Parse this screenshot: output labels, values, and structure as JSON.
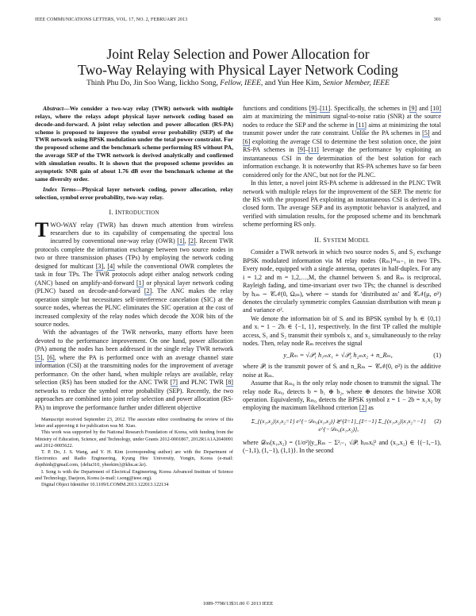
{
  "running_head": {
    "journal": "IEEE COMMUNICATIONS LETTERS, VOL. 17, NO. 2, FEBRUARY 2013",
    "page_number": "301"
  },
  "title": {
    "line1": "Joint Relay Selection and Power Allocation for",
    "line2": "Two-Way Relaying with Physical Layer Network Coding"
  },
  "authors": {
    "a1": "Thinh Phu Do, Jin Soo Wang, Iickho Song, ",
    "a1_grade": "Fellow, IEEE",
    "a2": ", and Yun Hee Kim, ",
    "a2_grade": "Senior Member, IEEE"
  },
  "abstract": {
    "label": "Abstract",
    "text": "—We consider a two-way relay (TWR) network with multiple relays, where the relays adopt physical layer network coding based on decode-and-forward. A joint relay selection and power allocation (RS-PA) scheme is proposed to improve the symbol error probability (SEP) of the TWR network using BPSK modulation under the total power constraint. For the proposed scheme and the benchmark scheme performing RS without PA, the average SEP of the TWR network is derived analytically and confirmed with simulation results. It is shown that the proposed scheme provides an asymptotic SNR gain of about 1.76 dB over the benchmark scheme at the same diversity order."
  },
  "index_terms": {
    "label": "Index Terms",
    "text": "—Physical layer network coding, power allocation, relay selection, symbol error probability, two-way relay."
  },
  "sections": {
    "intro": {
      "num": "I. ",
      "title_cap": "I",
      "title_rest": "NTRODUCTION"
    },
    "system": {
      "num": "II. ",
      "w1_cap": "S",
      "w1_rest": "YSTEM ",
      "w2_cap": "M",
      "w2_rest": "ODEL"
    }
  },
  "intro": {
    "dropcap": "T",
    "p1_a": "WO-WAY relay (TWR) has drawn much attention from wireless researchers due to its capability of compensating the spectral loss incurred by conventional one-way relay (OWR) ",
    "r1": "[1]",
    "r2": "[2]",
    "p1_b": ". Recent TWR protocols complete the information exchange between two source nodes in two or three transmission phases (TPs) by employing the network coding designed for multicast ",
    "r3": "[3]",
    "r4": "[4]",
    "p1_c": " while the conventional OWR completes the task in four TPs. The TWR protocols adopt either analog network coding (ANC) based on amplify-and-forward ",
    "p1_d": " or physical layer network coding (PLNC) based on decode-and-forward ",
    "p1_e": ". The ANC makes the relay operation simple but necessitates self-interference cancelation (SIC) at the source nodes, whereas the PLNC eliminates the SIC operation at the cost of increased complexity of the relay nodes which decode the XOR bits of the source nodes.",
    "p2_a": "With the advantages of the TWR networks, many efforts have been devoted to the performance improvement. On one hand, power allocation (PA) among the nodes has been addressed in the single relay TWR network ",
    "r5": "[5]",
    "r6": "[6]",
    "p2_b": ", where the PA is performed once with an average channel state information (CSI) at the transmitting nodes for the improvement of average performance. On the other hand, when multiple relays are available, relay selection (RS) has been studied for the ANC TWR ",
    "r7": "[7]",
    "p2_c": " and PLNC TWR ",
    "r8": "[8]",
    "p2_d": " networks to reduce the symbol error probability (SEP). Recently, the two approaches are combined into joint relay selection and power allocation (RS-PA) to improve the performance further under different objective"
  },
  "footnotes": {
    "f1": "Manuscript received September 23, 2012. The associate editor coordinating the review of this letter and approving it for publication was M. Xiao.",
    "f2": "This work was supported by the National Research Foundation of Korea, with funding from the Ministry of Education, Science, and Technology, under Grants 2012-0001867, 2012R1A1A2040091 and 2012-0005622.",
    "f3": "T. P. Do, J. S. Wang, and Y. H. Kim (corresponding author) are with the Department of Electronics and Radio Engineering, Kyung Hee University, Yongin, Korea (e-mail: dopthinh@gmail.com, {delta310, yheekim}@khu.ac.kr).",
    "f4": "I. Song is with the Department of Electrical Engineering, Korea Advanced Institute of Science and Technology, Daejeon, Korea (e-mail: i.song@ieee.org).",
    "f5": "Digital Object Identifier 10.1109/LCOMM.2013.122013.122134"
  },
  "right": {
    "p1_a": "functions and conditions ",
    "r9": "[9]",
    "r11": "[11]",
    "r10": "[10]",
    "r5": "[5]",
    "r6": "[6]",
    "r2": "[2]",
    "p1_b": ". Specifically, the schemes in ",
    "p1_c": " and ",
    "p1_d": " aim at maximizing the minimum signal-to-noise ratio (SNR) at the source nodes to reduce the SEP and the scheme in ",
    "p1_e": " aims at minimizing the total transmit power under the rate constraint. Unlike the PA schemes in ",
    "p1_f": " exploiting the average CSI to determine the best solution once, the joint RS-PA schemes in ",
    "p1_g": " leverage the performance by exploiting an instantaneous CSI in the determination of the best solution for each information exchange. It is noteworthy that RS-PA schemes have so far been considered only for the ANC, but not for the PLNC.",
    "p2": "In this letter, a novel joint RS-PA scheme is addressed in the PLNC TWR network with multiple relays for the improvement of the SEP. The metric for the RS with the proposed PA exploiting an instantaneous CSI is derived in a closed form. The average SEP and its asymptotic behavior is analyzed, and verified with simulation results, for the proposed scheme and its benchmark scheme performing RS only.",
    "p3": "Consider a TWR network in which two source nodes S₁ and S₂ exchange BPSK modulated information via M relay nodes {Rₘ}ᴹₘ₌₁ in two TPs. Every node, equipped with a single antenna, operates in half-duplex. For any i = 1,2 and m = 1,2,…,M, the channel between Sᵢ and Rₘ is reciprocal, Rayleigh fading, and time-invariant over two TPs; the channel is described by hᵢₘ ∼ 𝒞𝒩(0, Ωᵢₘ), where ∼ stands for ‘distributed as’ and 𝒞𝒩(μ, σ²) denotes the circularly symmetric complex Gaussian distribution with mean μ and variance σ².",
    "p4": "We denote the information bit of Sᵢ and its BPSK symbol by bᵢ ∈ {0,1} and xᵢ = 1 − 2bᵢ ∈ {−1, 1}, respectively. In the first TP called the multiple access, S₁ and S₂ transmit their symbols x₁ and x₂ simultaneously to the relay nodes. Then, relay node Rₘ receives the signal",
    "eq1": "y_Rₘ = √𝒫₁ h₁ₘx₁ + √𝒫₂ h₂ₘx₂ + n_Rₘ,",
    "eq1_num": "(1)",
    "p5": "where 𝒫ᵢ is the transmit power of Sᵢ and n_Rₘ ∼ 𝒞𝒩(0, σ²) is the additive noise at Rₘ.",
    "p6_a": "Assume that Rₘ₀ is the only relay node chosen to transmit the signal. The relay node Rₘ₀ detects b = b₁ ⊕ b₂, where ⊕ denotes the bitwise XOR operation. Equivalently, Rₘ₀ detects the BPSK symbol z = 1 − 2b = x₁x₂ by employing the maximum likelihood criterion ",
    "p6_b": " as",
    "eq2": "Σ_{(x₁,x₂)|x₁x₂=1} e^{−𝒟ₘ₀(x₁,x₂)}  ≷^{ẑ=1}_{ẑ=−1}  Σ_{(x₁,x₂)|x₁x₂=−1} e^{−𝒟ₘ₀(x₁,x₂)},",
    "eq2_num": "(2)",
    "p7": "where 𝒟ₘ(x₁,x₂) = (1/σ²)|y_Rₘ − Σ²ᵢ₌₁ √𝒫ᵢ hᵢₘxᵢ|² and (x₁,x₂) ∈ {(−1,−1), (−1,1), (1,−1), (1,1)}. In the second"
  },
  "copyright": "1089-7798/13$31.00 © 2013 IEEE"
}
